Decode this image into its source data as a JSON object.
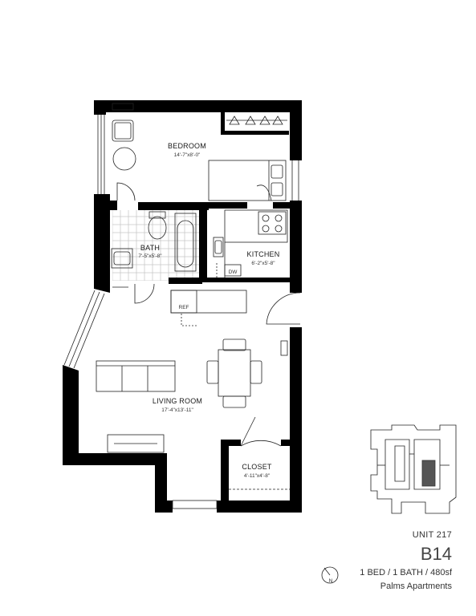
{
  "rooms": {
    "bedroom": {
      "name": "BEDROOM",
      "dims": "14'-7\"x8'-0\""
    },
    "bath": {
      "name": "BATH",
      "dims": "7'-5\"x5'-8\""
    },
    "kitchen": {
      "name": "KITCHEN",
      "dims": "6'-2\"x5'-8\""
    },
    "living": {
      "name": "LIVING ROOM",
      "dims": "17'-4\"x13'-11\""
    },
    "closet": {
      "name": "CLOSET",
      "dims": "4'-11\"x4'-8\""
    }
  },
  "appliances": {
    "dishwasher": "DW",
    "refrigerator": "REF"
  },
  "unit": {
    "label": "UNIT 217",
    "code": "B14",
    "specs": "1 BED / 1 BATH / 480sf",
    "building": "Palms Apartments"
  },
  "compass": {
    "label": "N"
  },
  "colors": {
    "wall": "#000000",
    "key_plan_highlight": "#555555",
    "tile": "#bbbbbb"
  }
}
